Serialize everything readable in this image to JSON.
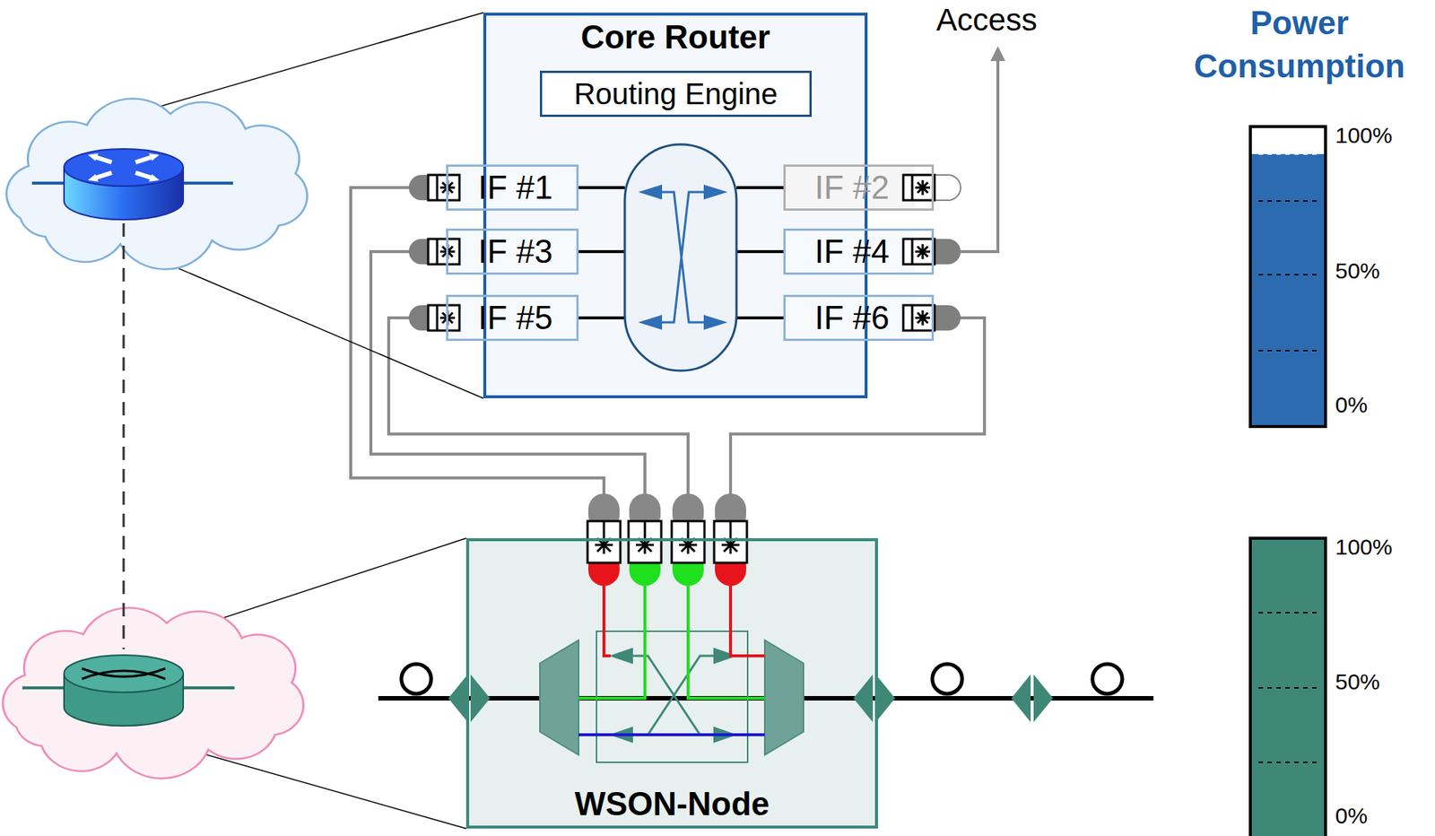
{
  "diagram": {
    "nodes": [
      {
        "text": [
          "Core Router"
        ]
      },
      {
        "text": [
          "Routing Engine"
        ],
        "in": 0
      },
      {
        "text": [
          "IF #1"
        ],
        "in": 0
      },
      {
        "text": [
          "IF #2"
        ],
        "in": 0
      },
      {
        "text": [
          "IF #3"
        ],
        "in": 0
      },
      {
        "text": [
          "IF #4"
        ],
        "in": 0
      },
      {
        "text": [
          "IF #5"
        ],
        "in": 0
      },
      {
        "text": [
          "IF #6"
        ],
        "in": 0
      },
      {
        "text": [
          "WSON-Node"
        ]
      }
    ],
    "edges": [
      {
        "from": 2,
        "to": 8,
        "arrow": "none"
      },
      {
        "from": 4,
        "to": 8,
        "arrow": "none"
      },
      {
        "from": 6,
        "to": 8,
        "arrow": "none"
      },
      {
        "from": 7,
        "to": 8,
        "arrow": "none"
      }
    ],
    "labels": [
      "Access",
      "Power Consumption",
      "100%",
      "50%",
      "0%",
      "100%",
      "50%",
      "0%"
    ]
  }
}
